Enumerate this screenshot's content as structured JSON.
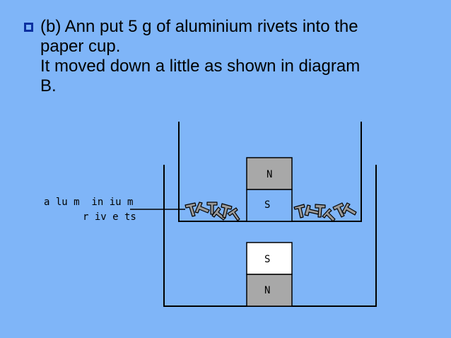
{
  "slide": {
    "bullet_icon": "hollow-square-bullet-icon",
    "text_lines": [
      "(b) Ann put 5 g of aluminium rivets into the",
      "paper cup.",
      "It moved down a little as shown in diagram",
      "B."
    ]
  },
  "diagram": {
    "label_line1": "a lu m  in iu m",
    "label_line2": "r iv e ts",
    "magnet_top_upper_pole": "N",
    "magnet_top_lower_pole": "S",
    "magnet_bottom_upper_pole": "S",
    "magnet_bottom_lower_pole": "N",
    "colors": {
      "background": "#7fb5f8",
      "pole_grey": "#a8a8a8",
      "pole_white": "#ffffff",
      "rivet_grey": "#9a9a9a"
    }
  }
}
